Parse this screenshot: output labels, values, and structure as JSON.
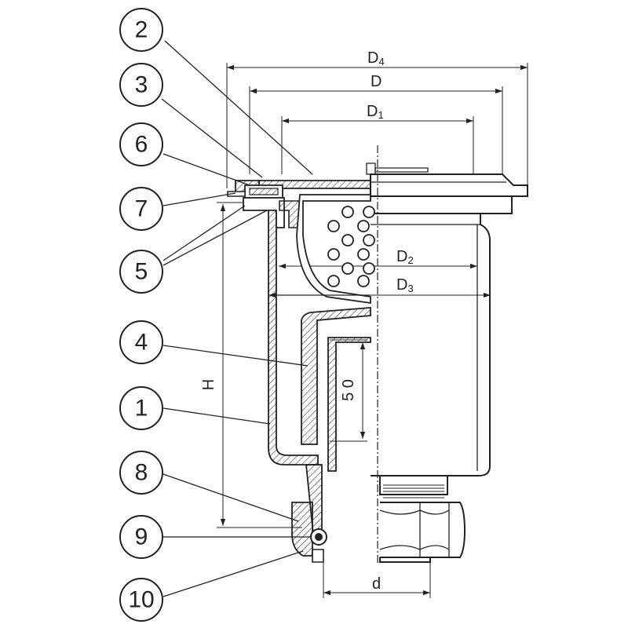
{
  "callouts": [
    {
      "num": "2"
    },
    {
      "num": "3"
    },
    {
      "num": "6"
    },
    {
      "num": "7"
    },
    {
      "num": "5"
    },
    {
      "num": "4"
    },
    {
      "num": "1"
    },
    {
      "num": "8"
    },
    {
      "num": "9"
    },
    {
      "num": "10"
    }
  ],
  "dimensions": {
    "d4": {
      "main": "D",
      "sub": "4"
    },
    "d": {
      "main": "D"
    },
    "d1": {
      "main": "D",
      "sub": "1"
    },
    "d2": {
      "main": "D",
      "sub": "2"
    },
    "d3": {
      "main": "D",
      "sub": "3"
    },
    "h": "H",
    "fifty": "5 0",
    "small_d": "d"
  }
}
